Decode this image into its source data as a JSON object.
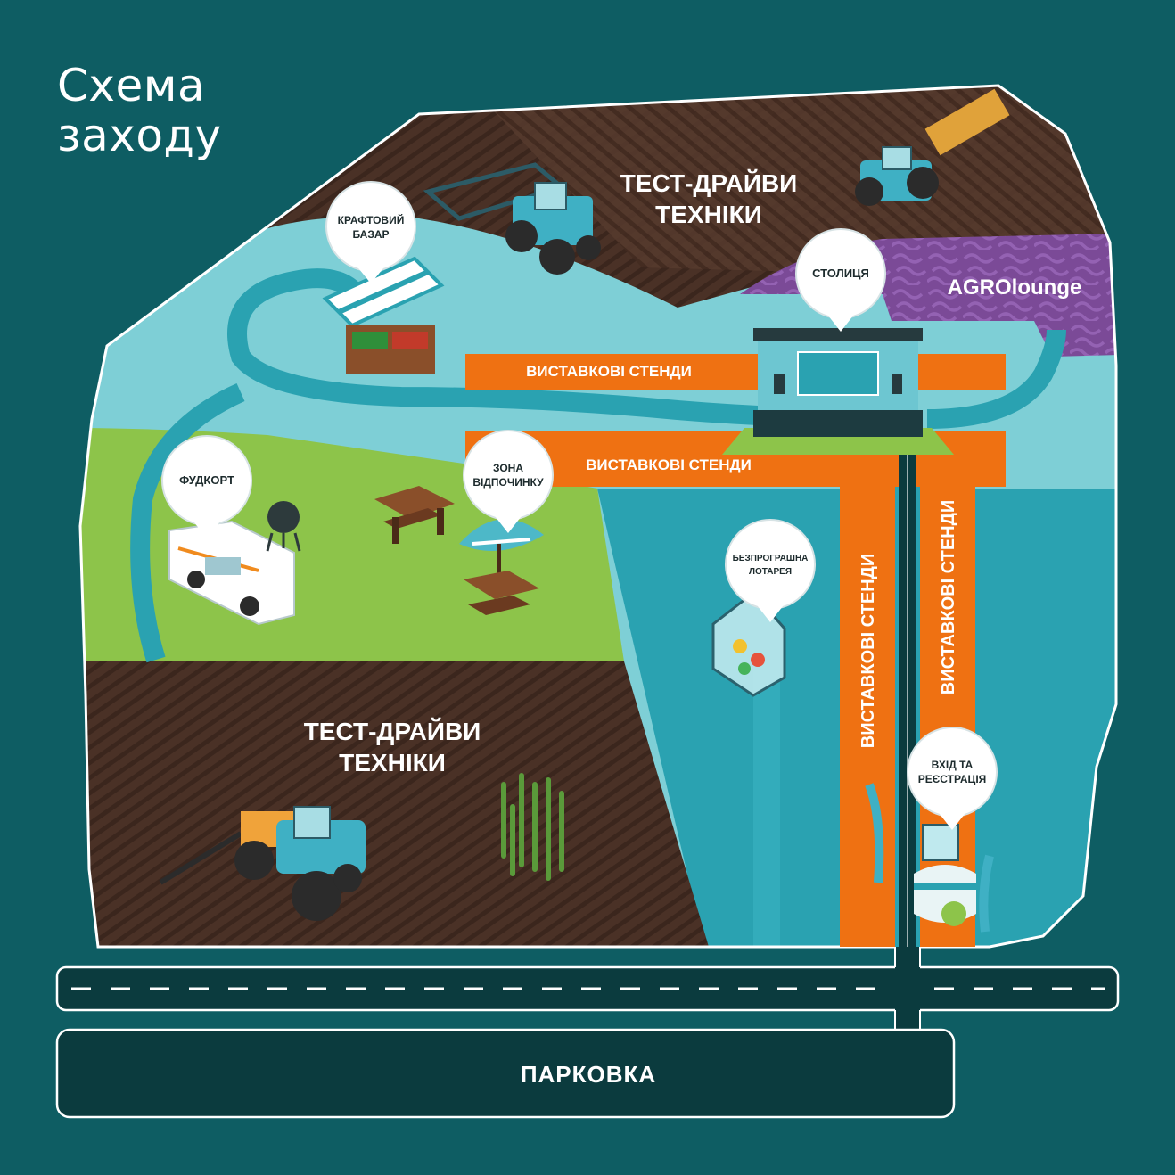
{
  "title": "Схема\nзаходу",
  "zones": {
    "test_drive_top": [
      "ТЕСТ-ДРАЙВИ",
      "ТЕХНІКИ"
    ],
    "test_drive_bottom": [
      "ТЕСТ-ДРАЙВИ",
      "ТЕХНІКИ"
    ],
    "agrolounge": "AGROlounge",
    "stands_h1": "ВИСТАВКОВІ СТЕНДИ",
    "stands_h2": "ВИСТАВКОВІ СТЕНДИ",
    "stands_v1": "ВИСТАВКОВІ СТЕНДИ",
    "stands_v2": "ВИСТАВКОВІ СТЕНДИ",
    "parking": "ПАРКОВКА"
  },
  "pins": {
    "craft_bazaar": [
      "КРАФТОВИЙ",
      "БАЗАР"
    ],
    "stolytsia": [
      "СТОЛИЦЯ"
    ],
    "foodcourt": [
      "ФУДКОРТ"
    ],
    "rest_zone": [
      "ЗОНА",
      "ВІДПОЧИНКУ"
    ],
    "lottery": [
      "БЕЗПРОГРАШНА",
      "ЛОТАРЕЯ"
    ],
    "entrance": [
      "ВХІД ТА",
      "РЕЄСТРАЦІЯ"
    ]
  },
  "colors": {
    "background": "#0e5d63",
    "soil": "#4a3126",
    "sky_blue": "#7ecfd6",
    "teal_zone": "#2aa2b1",
    "grass": "#8dc44a",
    "stands_orange": "#ef7112",
    "lounge_purple": "#7b4a97",
    "road": "#0b3b3e",
    "tractor_blue": "#3fb0c4"
  }
}
